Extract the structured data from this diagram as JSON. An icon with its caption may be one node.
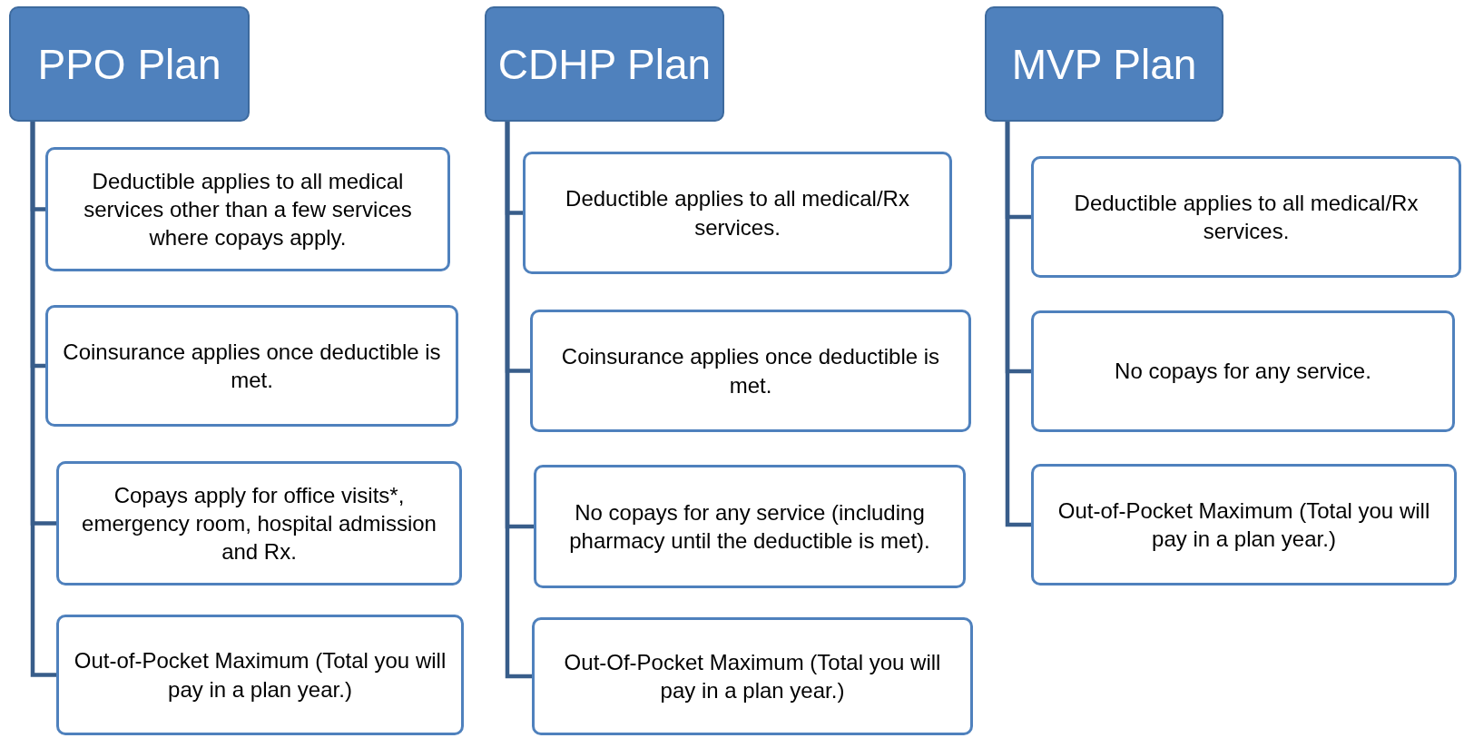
{
  "diagram": {
    "nodes": [
      {
        "text": [
          "PPO Plan"
        ]
      },
      {
        "text": [
          "Deductible applies to all medical services other than a few services where copays apply."
        ]
      },
      {
        "text": [
          "Coinsurance applies once deductible is met."
        ]
      },
      {
        "text": [
          "Copays apply for office visits*, emergency room, hospital admission and Rx."
        ]
      },
      {
        "text": [
          "Out-of-Pocket Maximum (Total you will pay in a plan year.)"
        ]
      },
      {
        "text": [
          "CDHP Plan"
        ]
      },
      {
        "text": [
          "Deductible applies to all medical/Rx services."
        ]
      },
      {
        "text": [
          "Coinsurance applies once deductible is met."
        ]
      },
      {
        "text": [
          "No copays for any service (including pharmacy until the deductible is met)."
        ]
      },
      {
        "text": [
          "Out-Of-Pocket Maximum (Total you will pay in a plan year.)"
        ]
      },
      {
        "text": [
          "MVP Plan"
        ]
      },
      {
        "text": [
          "Deductible applies to all medical/Rx services."
        ]
      },
      {
        "text": [
          "No copays for any service."
        ]
      },
      {
        "text": [
          "Out-of-Pocket Maximum (Total you will pay in a plan year.)"
        ]
      }
    ],
    "edges": [
      {
        "from": 0,
        "to": 1,
        "arrow": "none"
      },
      {
        "from": 0,
        "to": 2,
        "arrow": "none"
      },
      {
        "from": 0,
        "to": 3,
        "arrow": "none"
      },
      {
        "from": 0,
        "to": 4,
        "arrow": "none"
      },
      {
        "from": 5,
        "to": 6,
        "arrow": "none"
      },
      {
        "from": 5,
        "to": 7,
        "arrow": "none"
      },
      {
        "from": 5,
        "to": 8,
        "arrow": "none"
      },
      {
        "from": 5,
        "to": 9,
        "arrow": "none"
      },
      {
        "from": 10,
        "to": 11,
        "arrow": "none"
      },
      {
        "from": 10,
        "to": 12,
        "arrow": "none"
      },
      {
        "from": 10,
        "to": 13,
        "arrow": "none"
      }
    ]
  }
}
